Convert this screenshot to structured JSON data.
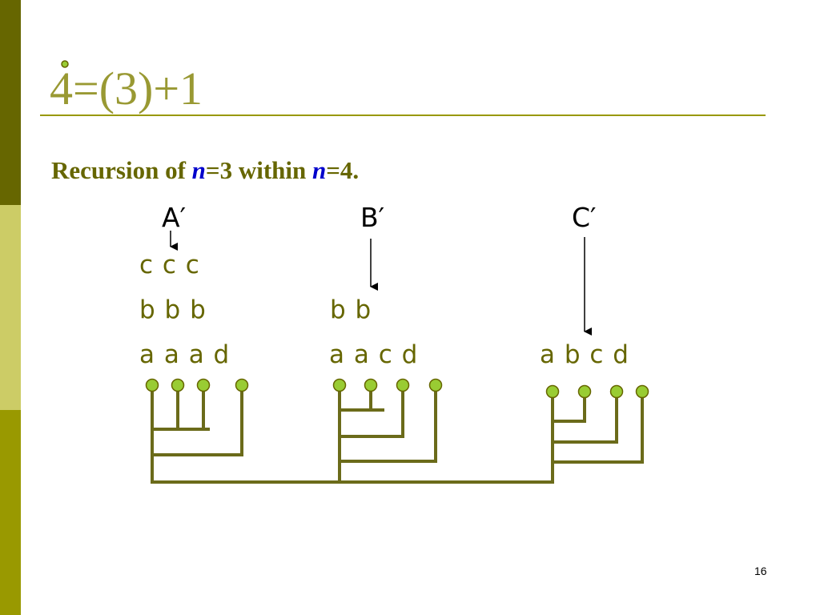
{
  "slide": {
    "title": "4=(3)+1",
    "subtitle": {
      "text_1": "Recursion of ",
      "var_1": "n",
      "text_2": "=3 within ",
      "var_2": "n",
      "text_3": "=4."
    },
    "page_number": "16"
  },
  "diagram": {
    "group_labels": [
      "A′",
      "B′",
      "C′"
    ],
    "group_a": {
      "row_c": "c c c",
      "row_b": "b b b",
      "row_a": "a a a d"
    },
    "group_b": {
      "row_b": "b b",
      "row_a": "a a c d"
    },
    "group_c": {
      "row_a": "a b c d"
    }
  },
  "colors": {
    "accent_dark": "#666600",
    "accent_title": "#999933",
    "tree_line": "#6b6b1a",
    "node_fill": "#99cc33",
    "sidebar_top": "#666600",
    "sidebar_middle": "#cccc66",
    "sidebar_bottom": "#999900"
  }
}
